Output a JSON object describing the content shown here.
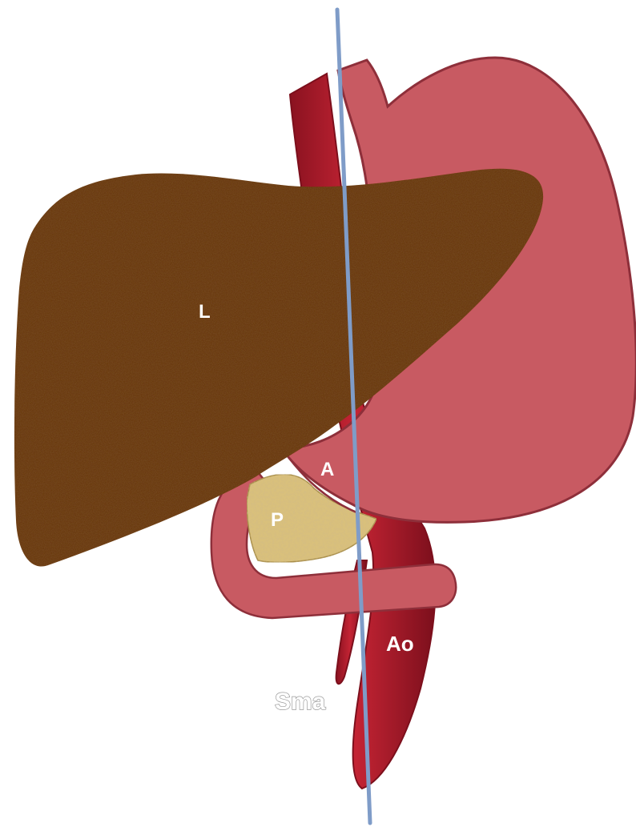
{
  "labels": {
    "liver": "L",
    "antrum": "A",
    "pancreas": "P",
    "aorta": "Ao",
    "sma": "Sma"
  },
  "colors": {
    "background": "#ffffff",
    "liver": "#6b3a17",
    "liver_speckle": "#4f2a0f",
    "stomach": "#c85a62",
    "stomach_outline": "#8e2f3a",
    "artery": "#b3202e",
    "artery_dark": "#7c0f1c",
    "pancreas": "#d9c07c",
    "pancreas_speckle": "#bfa25c",
    "scan_line": "#7f9cc8",
    "label_text": "#ffffff"
  }
}
